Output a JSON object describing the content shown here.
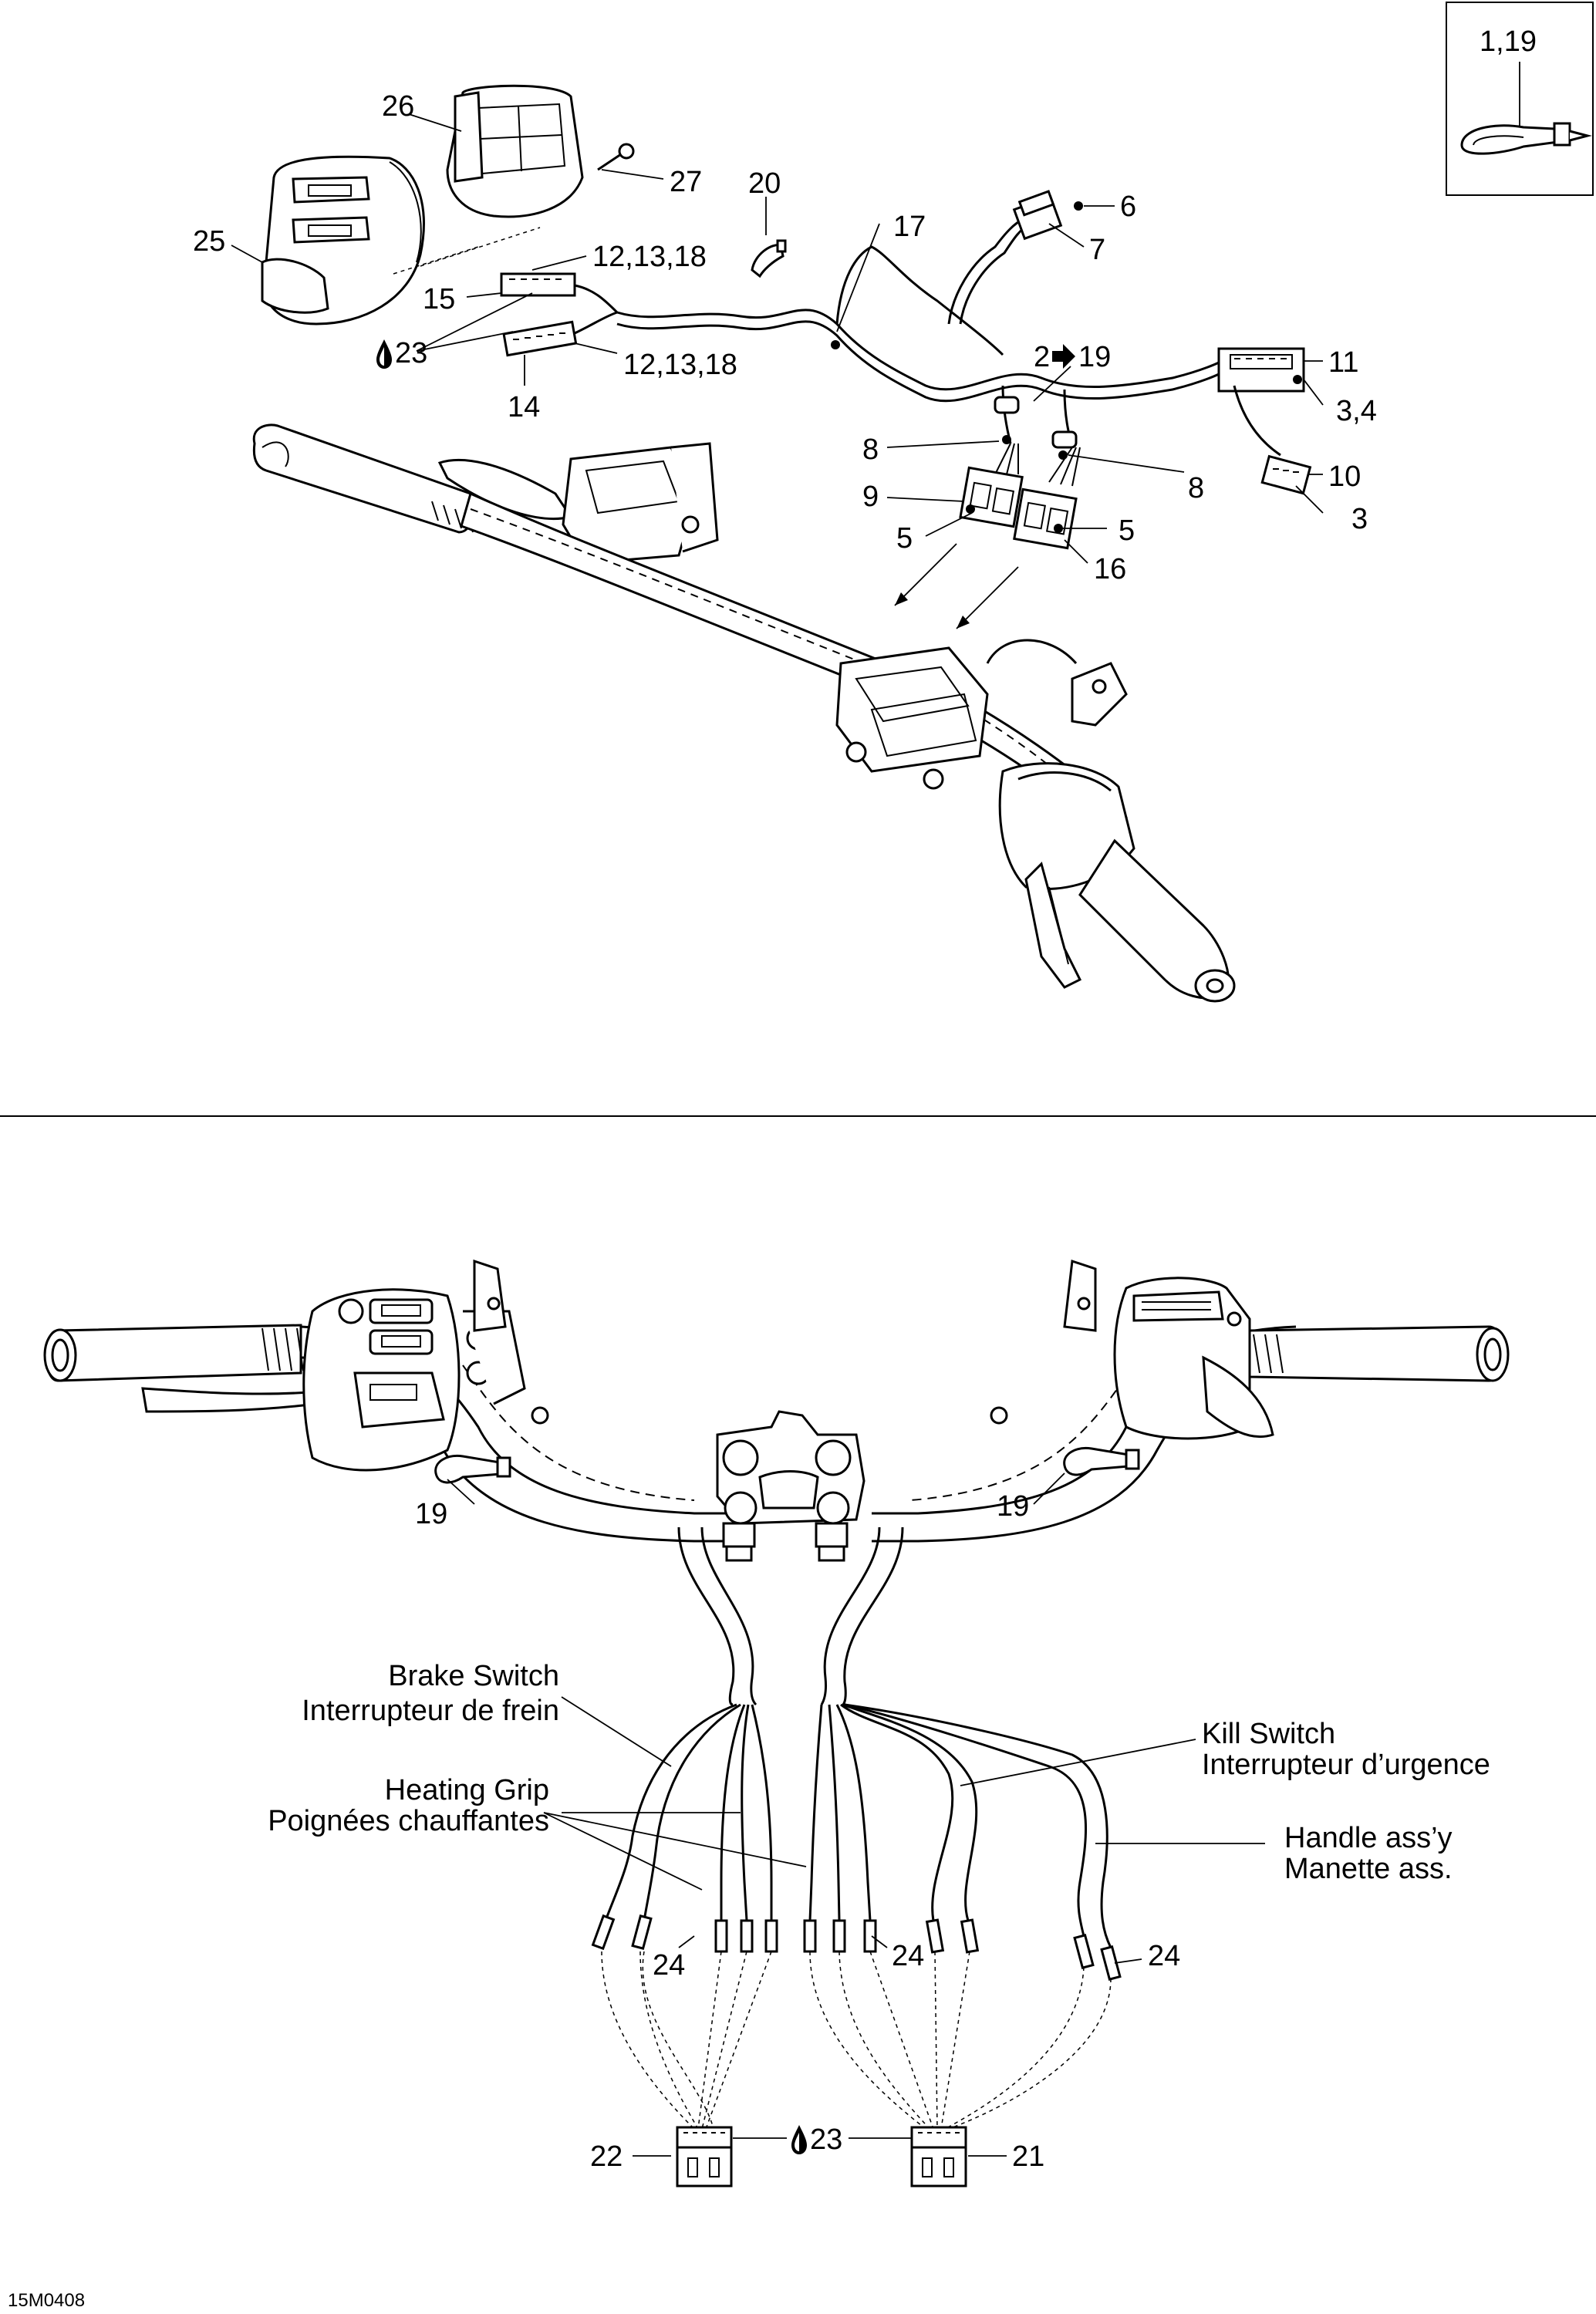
{
  "figure_code": "15M0408",
  "inset": {
    "label": "1,19"
  },
  "top_callouts": [
    {
      "id": "c26",
      "text": "26"
    },
    {
      "id": "c27",
      "text": "27"
    },
    {
      "id": "c25",
      "text": "25"
    },
    {
      "id": "c20",
      "text": "20"
    },
    {
      "id": "c17",
      "text": "17"
    },
    {
      "id": "c6",
      "text": "6"
    },
    {
      "id": "c7",
      "text": "7"
    },
    {
      "id": "c121318a",
      "text": "12,13,18"
    },
    {
      "id": "c15",
      "text": "15"
    },
    {
      "id": "c23a",
      "text": "23"
    },
    {
      "id": "c121318b",
      "text": "12,13,18"
    },
    {
      "id": "c14",
      "text": "14"
    },
    {
      "id": "c219",
      "text": "2",
      "suffix": "19"
    },
    {
      "id": "c11",
      "text": "11"
    },
    {
      "id": "c34",
      "text": "3,4"
    },
    {
      "id": "c10",
      "text": "10"
    },
    {
      "id": "c3",
      "text": "3"
    },
    {
      "id": "c8a",
      "text": "8"
    },
    {
      "id": "c8b",
      "text": "8"
    },
    {
      "id": "c9",
      "text": "9"
    },
    {
      "id": "c5a",
      "text": "5"
    },
    {
      "id": "c5b",
      "text": "5"
    },
    {
      "id": "c16",
      "text": "16"
    }
  ],
  "bottom_callouts": [
    {
      "id": "b19a",
      "text": "19"
    },
    {
      "id": "b19b",
      "text": "19"
    },
    {
      "id": "b24a",
      "text": "24"
    },
    {
      "id": "b24b",
      "text": "24"
    },
    {
      "id": "b24c",
      "text": "24"
    },
    {
      "id": "b22",
      "text": "22"
    },
    {
      "id": "b23",
      "text": "23"
    },
    {
      "id": "b21",
      "text": "21"
    }
  ],
  "descriptions": {
    "brake_switch": {
      "en": "Brake Switch",
      "fr": "Interrupteur de frein"
    },
    "heating_grip": {
      "en": "Heating Grip",
      "fr": "Poignées chauffantes"
    },
    "kill_switch": {
      "en": "Kill Switch",
      "fr": "Interrupteur d’urgence"
    },
    "handle_assy": {
      "en": "Handle ass’y",
      "fr": "Manette ass."
    }
  }
}
